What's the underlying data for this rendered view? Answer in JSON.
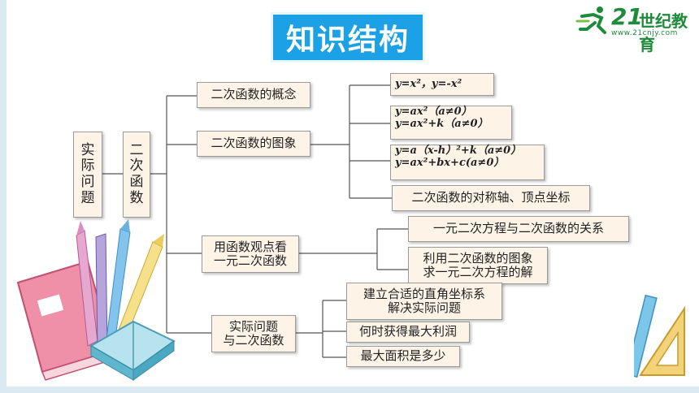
{
  "title": "知识结构",
  "logo": {
    "number": "21",
    "name": "世纪教育",
    "url": "www.21cnjy.com"
  },
  "root": {
    "label": "实际问题",
    "chars": [
      "实",
      "际",
      "问",
      "题"
    ]
  },
  "center": {
    "label": "二次函数",
    "chars": [
      "二",
      "次",
      "函",
      "数"
    ]
  },
  "branches": {
    "concept": "二次函数的概念",
    "graph": "二次函数的图象",
    "equation": [
      "用函数观点看",
      "一元二次函数"
    ],
    "practical": [
      "实际问题",
      "与二次函数"
    ]
  },
  "graph_items": {
    "basic": "y=x²，y=-x²",
    "vertex_form_1": [
      "y=ax²（a≠0）",
      "y=ax²+k（a≠0）"
    ],
    "vertex_form_2": [
      "y=a（x-h）²+k（a≠0）",
      "y=ax²+bx+c(a≠0）"
    ],
    "axis": "二次函数的对称轴、顶点坐标"
  },
  "equation_items": {
    "relation": "一元二次方程与二次函数的关系",
    "solve": [
      "利用二次函数的图象",
      "求一元二次方程的解"
    ]
  },
  "practical_items": {
    "coord": [
      "建立合适的直角坐标系",
      "解决实际问题"
    ],
    "profit": "何时获得最大利润",
    "area": "最大面积是多少"
  },
  "colors": {
    "title_bg": "#1da1e6",
    "box_bg": "#fdf4e7",
    "line": "#555555",
    "logo": "#1e8b3a"
  }
}
